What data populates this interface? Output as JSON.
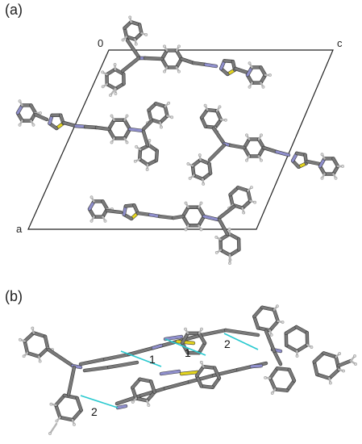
{
  "panel_a": {
    "label": "(a)",
    "axis_origin": "0",
    "axis_c": "c",
    "axis_a": "a"
  },
  "panel_b": {
    "label": "(b)",
    "hbond_labels": [
      "1",
      "1",
      "2",
      "2"
    ]
  },
  "colors": {
    "carbon": "#7a7a7a",
    "hydrogen": "#d9d9d9",
    "nitrogen": "#8f8fcc",
    "sulfur": "#e3d41e",
    "hbond": "#29c9cf",
    "cell": "#222222"
  }
}
